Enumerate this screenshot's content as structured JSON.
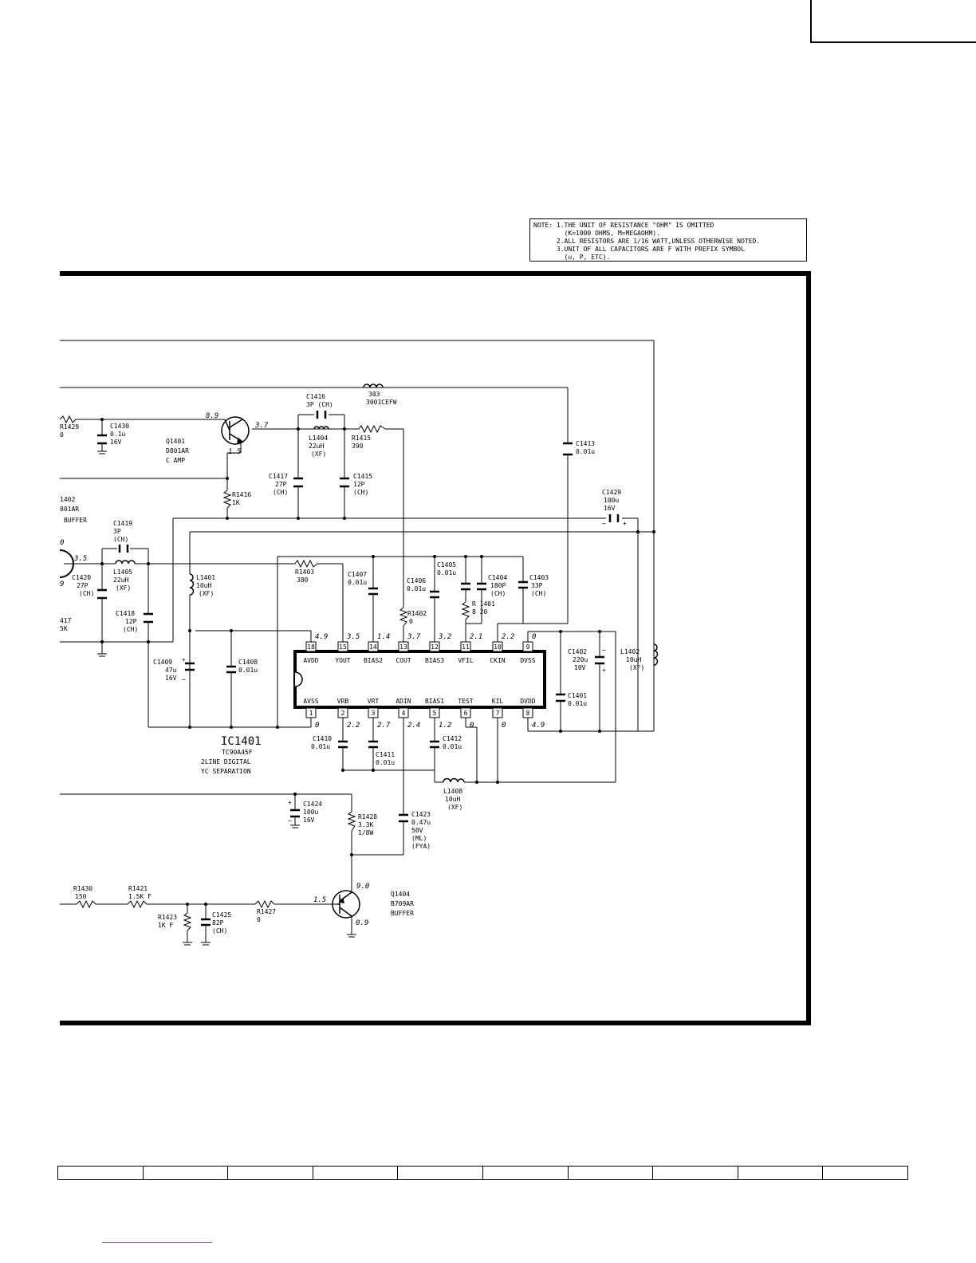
{
  "notes": [
    "NOTE: 1.THE UNIT OF RESISTANCE \"OHM\" IS OMITTED",
    "        (K=1000 OHMS, M=MEGAOHM).",
    "      2.ALL RESISTORS ARE 1/16 WATT,UNLESS OTHERWISE NOTED.",
    "      3.UNIT OF ALL CAPACITORS ARE F WITH PREFIX SYMBOL",
    "        (u, P, ETC)."
  ],
  "ic": {
    "ref": "IC1401",
    "part": "TC90A45F",
    "desc1": "2LINE DIGITAL",
    "desc2": "YC SEPARATION",
    "top_pins": [
      {
        "num": "18",
        "name": "AVDD",
        "v": "4.9"
      },
      {
        "num": "15",
        "name": "YOUT",
        "v": "3.5"
      },
      {
        "num": "14",
        "name": "BIAS2",
        "v": "1.4"
      },
      {
        "num": "13",
        "name": "COUT",
        "v": "3.7"
      },
      {
        "num": "12",
        "name": "BIAS3",
        "v": "3.2"
      },
      {
        "num": "11",
        "name": "VFIL",
        "v": "2.1"
      },
      {
        "num": "10",
        "name": "CKIN",
        "v": "2.2"
      },
      {
        "num": "9",
        "name": "DVSS",
        "v": "0"
      }
    ],
    "bottom_pins": [
      {
        "num": "1",
        "name": "AVSS",
        "v": "0"
      },
      {
        "num": "2",
        "name": "VRB",
        "v": "2.2"
      },
      {
        "num": "3",
        "name": "VRT",
        "v": "2.7"
      },
      {
        "num": "4",
        "name": "ADIN",
        "v": "2.4"
      },
      {
        "num": "5",
        "name": "BIAS1",
        "v": "1.2"
      },
      {
        "num": "6",
        "name": "TEST",
        "v": "0"
      },
      {
        "num": "7",
        "name": "KIL",
        "v": "0"
      },
      {
        "num": "8",
        "name": "DVDD",
        "v": "4.9"
      }
    ]
  },
  "transistors": {
    "q1401": {
      "ref": "Q1401",
      "part": "D801AR",
      "func": "C AMP",
      "vb": "8.9",
      "ve": "3.7",
      "vc": "1.5"
    },
    "q1402": {
      "ref": "1402",
      "part": "801AR",
      "func": "BUFFER",
      "vb": "0",
      "ve": "3.5",
      "vc": "9"
    },
    "q1404": {
      "ref": "Q1404",
      "part": "B709AR",
      "func": "BUFFER",
      "vb": "1.5",
      "ve": "9.0",
      "vc": "0.9"
    }
  },
  "labels": {
    "r1429": "R1429",
    "r1429_v": "0",
    "c1430": "C1430",
    "c1430_v1": "0.1u",
    "c1430_v2": "16V",
    "c1416": "C1416",
    "c1416_v": "3P  (CH)",
    "x303": "303",
    "x303_v": "3001CEFW",
    "l1404": "L1404",
    "l1404_v1": "22uH",
    "l1404_v2": "(XF)",
    "r1415": "R1415",
    "r1415_v": "390",
    "c1413": "C1413",
    "c1413_v": "0.01u",
    "c1417": "C1417",
    "c1417_v1": "27P",
    "c1417_v2": "(CH)",
    "c1415": "C1415",
    "c1415_v1": "12P",
    "c1415_v2": "(CH)",
    "r1416": "R1416",
    "r1416_v": "1K",
    "c1429": "C1429",
    "c1429_v1": "100u",
    "c1429_v2": "16V",
    "c1419": "C1419",
    "c1419_v1": "3P",
    "c1419_v2": "(CH)",
    "c1420": "C1420",
    "c1420_v1": "27P",
    "c1420_v2": "(CH)",
    "l1405": "L1405",
    "l1405_v1": "22uH",
    "l1405_v2": "(XF)",
    "l1401": "L1401",
    "l1401_v1": "10uH",
    "l1401_v2": "(XF)",
    "r1403": "R1403",
    "r1403_v": "380",
    "c1407": "C1407",
    "c1407_v": "0.01u",
    "c1406": "C1406",
    "c1406_v": "0.01u",
    "c1405": "C1405",
    "c1405_v": "0.01u",
    "c1404": "C1404",
    "c1404_v1": "180P",
    "c1404_v2": "(CH)",
    "c1403": "C1403",
    "c1403_v1": "33P",
    "c1403_v2": "(CH)",
    "r1401": "R  1401",
    "r1401_v": "8  20",
    "r1402": "R1402",
    "r1402_v": "0",
    "c1418": "C1418",
    "c1418_v1": "12P",
    "c1418_v2": "(CH)",
    "r1417": "417",
    "r1417_v": "5K",
    "c1409": "C1409",
    "c1409_v1": "47u",
    "c1409_v2": "16V",
    "c1408": "C1408",
    "c1408_v": "0.01u",
    "c1402": "C1402",
    "c1402_v1": "220u",
    "c1402_v2": "10V",
    "c1401": "C1401",
    "c1401_v": "0.01u",
    "l1402": "L1402",
    "l1402_v1": "10uH",
    "l1402_v2": "(XF)",
    "c1410": "C1410",
    "c1410_v": "0.01u",
    "c1411": "C1411",
    "c1411_v": "0.01u",
    "c1412": "C1412",
    "c1412_v": "0.01u",
    "l1408": "L1408",
    "l1408_v1": "10uH",
    "l1408_v2": "(XF)",
    "c1424": "C1424",
    "c1424_v1": "100u",
    "c1424_v2": "16V",
    "r1428": "R1428",
    "r1428_v1": "3.3K",
    "r1428_v2": "1/8W",
    "c1423": "C1423",
    "c1423_v1": "0.47u",
    "c1423_v2": "50V",
    "c1423_v3": "(ML)",
    "c1423_v4": "(FYA)",
    "r1430": "R1430",
    "r1430_v": "150",
    "r1421": "R1421",
    "r1421_v": "1.5K F",
    "r1423": "R1423",
    "r1423_v": "1K  F",
    "c1425": "C1425",
    "c1425_v1": "82P",
    "c1425_v2": "(CH)",
    "r1427": "R1427",
    "r1427_v": "0"
  }
}
